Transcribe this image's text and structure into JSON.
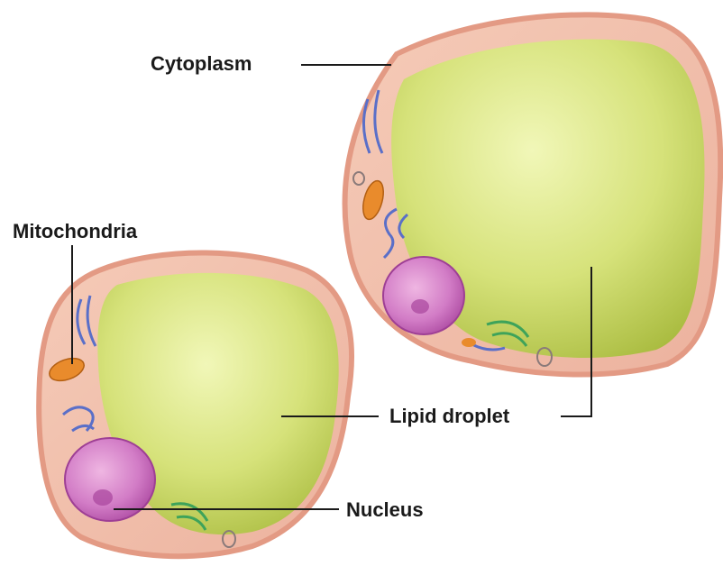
{
  "labels": {
    "cytoplasm": "Cytoplasm",
    "mitochondria": "Mitochondria",
    "lipid_droplet": "Lipid droplet",
    "nucleus": "Nucleus"
  },
  "colors": {
    "membrane": "#e8a38f",
    "cytoplasm": "#f3c6b4",
    "lipid_light": "#eef6a9",
    "lipid_mid": "#cddc63",
    "lipid_dark": "#9fb23a",
    "nucleus_light": "#e7a7d8",
    "nucleus_dark": "#b04ea6",
    "mitochondria": "#e98b2c",
    "er": "#5a6fc8",
    "golgi": "#3ea35a",
    "leader_line": "#1a1a1a"
  }
}
